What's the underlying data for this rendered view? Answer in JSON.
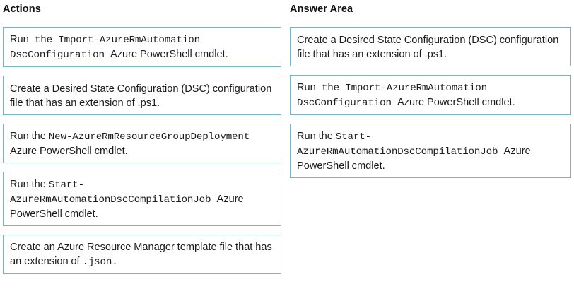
{
  "columns": {
    "actions": {
      "title": "Actions",
      "items": [
        {
          "id": "action-import-dsc-configuration",
          "plain_text": "Run the Import-AzureRmAutomation DscConfiguration Azure PowerShell cmdlet.",
          "segments": [
            {
              "text": "Run",
              "style": "sans"
            },
            {
              "text": " the Import-AzureRmAutomation DscConfiguration ",
              "style": "mono"
            },
            {
              "text": "Azure PowerShell cmdlet.",
              "style": "sans"
            }
          ]
        },
        {
          "id": "action-create-dsc-file",
          "plain_text": "Create a Desired State Configuration (DSC) configuration file that has an extension of .ps1.",
          "segments": [
            {
              "text": "Create a Desired State Configuration (DSC) configuration file that has an extension of .ps1.",
              "style": "sans"
            }
          ]
        },
        {
          "id": "action-new-resource-group-deployment",
          "plain_text": "Run the New-AzureRmResourceGroupDeployment Azure PowerShell cmdlet.",
          "segments": [
            {
              "text": "Run the ",
              "style": "sans"
            },
            {
              "text": "New-AzureRmResourceGroupDeployment ",
              "style": "mono"
            },
            {
              "text": "Azure PowerShell cmdlet.",
              "style": "sans"
            }
          ]
        },
        {
          "id": "action-start-dsc-compilation-job",
          "plain_text": "Run the Start-AzureRmAutomationDscCompilationJob Azure PowerShell cmdlet.",
          "segments": [
            {
              "text": "Run the ",
              "style": "sans"
            },
            {
              "text": "Start-AzureRmAutomationDscCompilationJob ",
              "style": "mono"
            },
            {
              "text": "Azure PowerShell cmdlet.",
              "style": "sans"
            }
          ]
        },
        {
          "id": "action-create-arm-template",
          "plain_text": "Create an Azure Resource Manager template file that has an extension of .json.",
          "segments": [
            {
              "text": "Create an Azure Resource Manager template file that has an extension of ",
              "style": "sans"
            },
            {
              "text": ".json.",
              "style": "mono"
            }
          ]
        }
      ]
    },
    "answer_area": {
      "title": "Answer Area",
      "items": [
        {
          "id": "answer-create-dsc-file",
          "plain_text": "Create a Desired State Configuration (DSC) configuration file that has an extension of .ps1.",
          "segments": [
            {
              "text": "Create a Desired State Configuration (DSC) configuration file that has an extension of .ps1.",
              "style": "sans"
            }
          ]
        },
        {
          "id": "answer-import-dsc-configuration",
          "plain_text": "Run the Import-AzureRmAutomation DscConfiguration Azure PowerShell cmdlet.",
          "segments": [
            {
              "text": "Run",
              "style": "sans"
            },
            {
              "text": " the Import-AzureRmAutomation DscConfiguration ",
              "style": "mono"
            },
            {
              "text": "Azure PowerShell cmdlet.",
              "style": "sans"
            }
          ]
        },
        {
          "id": "answer-start-dsc-compilation-job",
          "plain_text": "Run the Start-AzureRmAutomationDscCompilationJob Azure PowerShell cmdlet.",
          "segments": [
            {
              "text": "Run the ",
              "style": "sans"
            },
            {
              "text": "Start-AzureRmAutomationDscCompilationJob ",
              "style": "mono"
            },
            {
              "text": "Azure PowerShell cmdlet.",
              "style": "sans"
            }
          ]
        }
      ]
    }
  },
  "theme": {
    "card_border_color": "#77b4c8",
    "card_background": "#ffffff",
    "page_background": "#ffffff",
    "text_color": "#1b1b1b"
  }
}
